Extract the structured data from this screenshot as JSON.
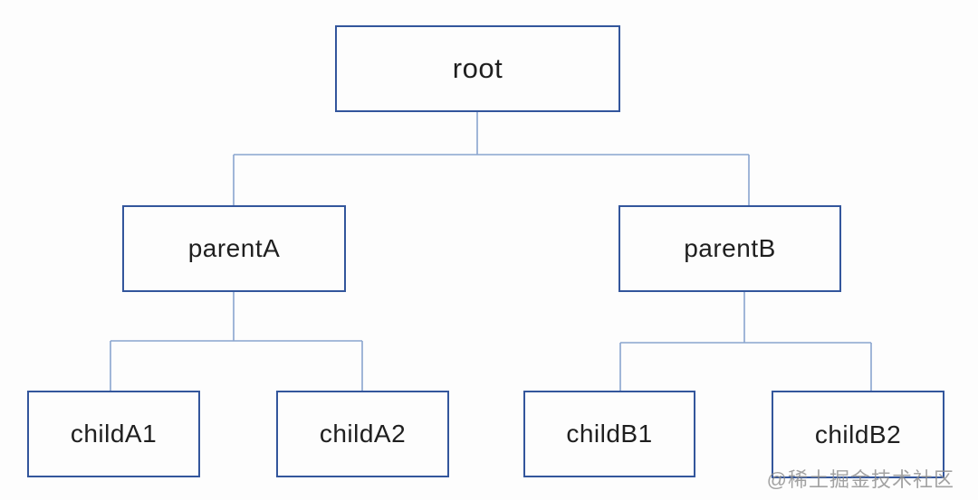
{
  "diagram": {
    "type": "tree",
    "nodes": {
      "root": {
        "label": "root"
      },
      "parentA": {
        "label": "parentA"
      },
      "parentB": {
        "label": "parentB"
      },
      "childA1": {
        "label": "childA1"
      },
      "childA2": {
        "label": "childA2"
      },
      "childB1": {
        "label": "childB1"
      },
      "childB2": {
        "label": "childB2"
      }
    },
    "edges": [
      [
        "root",
        "parentA"
      ],
      [
        "root",
        "parentB"
      ],
      [
        "parentA",
        "childA1"
      ],
      [
        "parentA",
        "childA2"
      ],
      [
        "parentB",
        "childB1"
      ],
      [
        "parentB",
        "childB2"
      ]
    ],
    "colors": {
      "box_border": "#33569c",
      "connector": "#8aa5cf",
      "text": "#1f1f1f",
      "background": "#fdfdfd"
    }
  },
  "watermark": {
    "text": "@稀土掘金技术社区"
  }
}
